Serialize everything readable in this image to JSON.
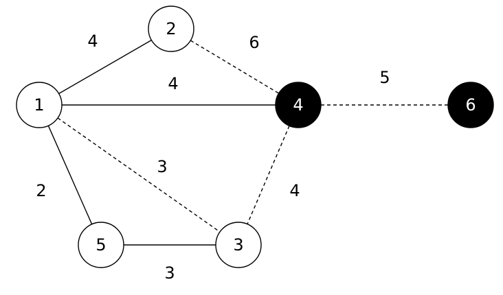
{
  "colors": {
    "line": "#000000",
    "node_fill_default": "#ffffff",
    "node_fill_highlight": "#000000",
    "label_default": "#000000",
    "label_highlight": "#ffffff"
  },
  "nodes": [
    {
      "id": "1",
      "label": "1",
      "highlighted": false
    },
    {
      "id": "2",
      "label": "2",
      "highlighted": false
    },
    {
      "id": "3",
      "label": "3",
      "highlighted": false
    },
    {
      "id": "4",
      "label": "4",
      "highlighted": true
    },
    {
      "id": "5",
      "label": "5",
      "highlighted": false
    },
    {
      "id": "6",
      "label": "6",
      "highlighted": true
    }
  ],
  "edges": [
    {
      "from": "1",
      "to": "2",
      "weight": "4",
      "style": "solid"
    },
    {
      "from": "1",
      "to": "4",
      "weight": "4",
      "style": "solid"
    },
    {
      "from": "1",
      "to": "5",
      "weight": "2",
      "style": "solid"
    },
    {
      "from": "1",
      "to": "3",
      "weight": "3",
      "style": "dashed"
    },
    {
      "from": "2",
      "to": "4",
      "weight": "6",
      "style": "dashed"
    },
    {
      "from": "4",
      "to": "6",
      "weight": "5",
      "style": "dashed"
    },
    {
      "from": "4",
      "to": "3",
      "weight": "4",
      "style": "dashed"
    },
    {
      "from": "5",
      "to": "3",
      "weight": "3",
      "style": "solid"
    }
  ]
}
